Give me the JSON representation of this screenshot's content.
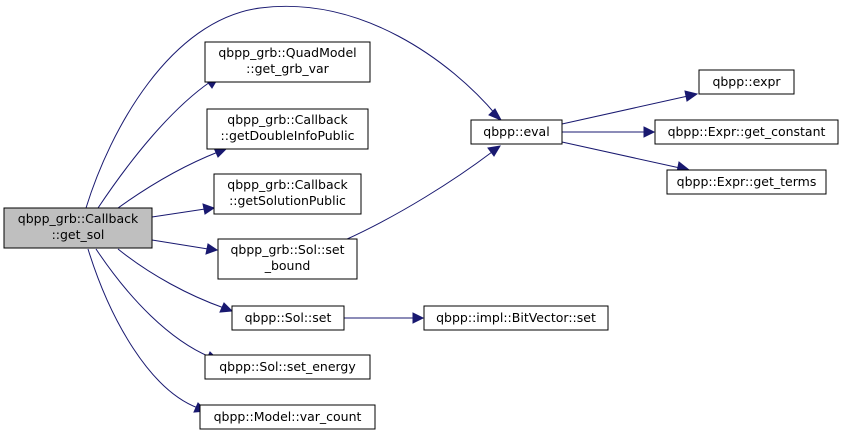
{
  "diagram": {
    "type": "call-graph",
    "colors": {
      "edge": "#191970",
      "root_fill": "#bfbfbf",
      "node_fill": "#ffffff",
      "node_border": "#000000"
    },
    "nodes": {
      "get_sol": {
        "lines": [
          "qbpp_grb::Callback",
          "::get_sol"
        ],
        "highlighted": true
      },
      "get_grb_var": {
        "lines": [
          "qbpp_grb::QuadModel",
          "::get_grb_var"
        ]
      },
      "getDoubleInfoPublic": {
        "lines": [
          "qbpp_grb::Callback",
          "::getDoubleInfoPublic"
        ]
      },
      "getSolutionPublic": {
        "lines": [
          "qbpp_grb::Callback",
          "::getSolutionPublic"
        ]
      },
      "set_bound": {
        "lines": [
          "qbpp_grb::Sol::set",
          "_bound"
        ]
      },
      "sol_set": {
        "lines": [
          "qbpp::Sol::set"
        ]
      },
      "set_energy": {
        "lines": [
          "qbpp::Sol::set_energy"
        ]
      },
      "var_count": {
        "lines": [
          "qbpp::Model::var_count"
        ]
      },
      "eval": {
        "lines": [
          "qbpp::eval"
        ]
      },
      "expr": {
        "lines": [
          "qbpp::expr"
        ]
      },
      "get_constant": {
        "lines": [
          "qbpp::Expr::get_constant"
        ]
      },
      "get_terms": {
        "lines": [
          "qbpp::Expr::get_terms"
        ]
      },
      "bitvector_set": {
        "lines": [
          "qbpp::impl::BitVector::set"
        ]
      }
    },
    "edges": [
      {
        "from": "get_sol",
        "to": "eval"
      },
      {
        "from": "get_sol",
        "to": "get_grb_var"
      },
      {
        "from": "get_sol",
        "to": "getDoubleInfoPublic"
      },
      {
        "from": "get_sol",
        "to": "getSolutionPublic"
      },
      {
        "from": "get_sol",
        "to": "set_bound"
      },
      {
        "from": "get_sol",
        "to": "sol_set"
      },
      {
        "from": "get_sol",
        "to": "set_energy"
      },
      {
        "from": "get_sol",
        "to": "var_count"
      },
      {
        "from": "set_bound",
        "to": "eval"
      },
      {
        "from": "eval",
        "to": "expr"
      },
      {
        "from": "eval",
        "to": "get_constant"
      },
      {
        "from": "eval",
        "to": "get_terms"
      },
      {
        "from": "sol_set",
        "to": "bitvector_set"
      }
    ]
  }
}
